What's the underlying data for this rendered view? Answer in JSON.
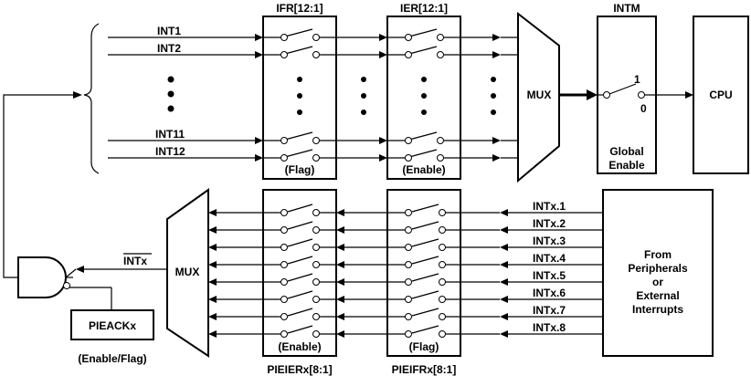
{
  "labels": {
    "ifr": "IFR[12:1]",
    "ier": "IER[12:1]",
    "intm": "INTM",
    "cpu": "CPU",
    "mux_top": "MUX",
    "mux_bottom": "MUX",
    "global1": "Global",
    "global2": "Enable",
    "one": "1",
    "zero": "0",
    "flag_top": "(Flag)",
    "enable_top": "(Enable)",
    "enable_bottom": "(Enable)",
    "flag_bottom": "(Flag)",
    "intx": "INTx",
    "pieack": "PIEACKx",
    "enable_flag": "(Enable/Flag)",
    "pieier": "PIEIERx[8:1]",
    "pieifr": "PIEIFRx[8:1]",
    "from1": "From",
    "from2": "Peripherals",
    "from3": "or",
    "from4": "External",
    "from5": "Interrupts"
  },
  "int_lines": [
    "INT1",
    "INT2",
    "INT11",
    "INT12"
  ],
  "intx_lines": [
    "INTx.1",
    "INTx.2",
    "INTx.3",
    "INTx.4",
    "INTx.5",
    "INTx.6",
    "INTx.7",
    "INTx.8"
  ]
}
